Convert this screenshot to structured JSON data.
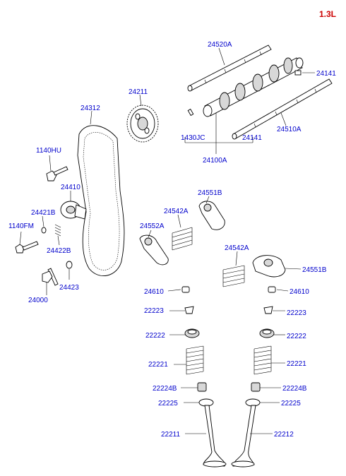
{
  "engine_label": "1.3L",
  "labels": {
    "p24520A": "24520A",
    "p24141_top": "24141",
    "p24211": "24211",
    "p24312": "24312",
    "p1430JC": "1430JC",
    "p24141_mid": "24141",
    "p24510A": "24510A",
    "p24100A": "24100A",
    "p1140HU": "1140HU",
    "p24410": "24410",
    "p24421B": "24421B",
    "p1140FM": "1140FM",
    "p24422B": "24422B",
    "p24423": "24423",
    "p24000": "24000",
    "p24551B_top": "24551B",
    "p24542A_top": "24542A",
    "p24552A": "24552A",
    "p24542A_mid": "24542A",
    "p24551B_right": "24551B",
    "p24610_left": "24610",
    "p24610_right": "24610",
    "p22223_left": "22223",
    "p22223_right": "22223",
    "p22222_left": "22222",
    "p22222_right": "22222",
    "p22221_left": "22221",
    "p22221_right": "22221",
    "p22224B_left": "22224B",
    "p22224B_right": "22224B",
    "p22225_left": "22225",
    "p22225_right": "22225",
    "p22211": "22211",
    "p22212": "22212"
  }
}
